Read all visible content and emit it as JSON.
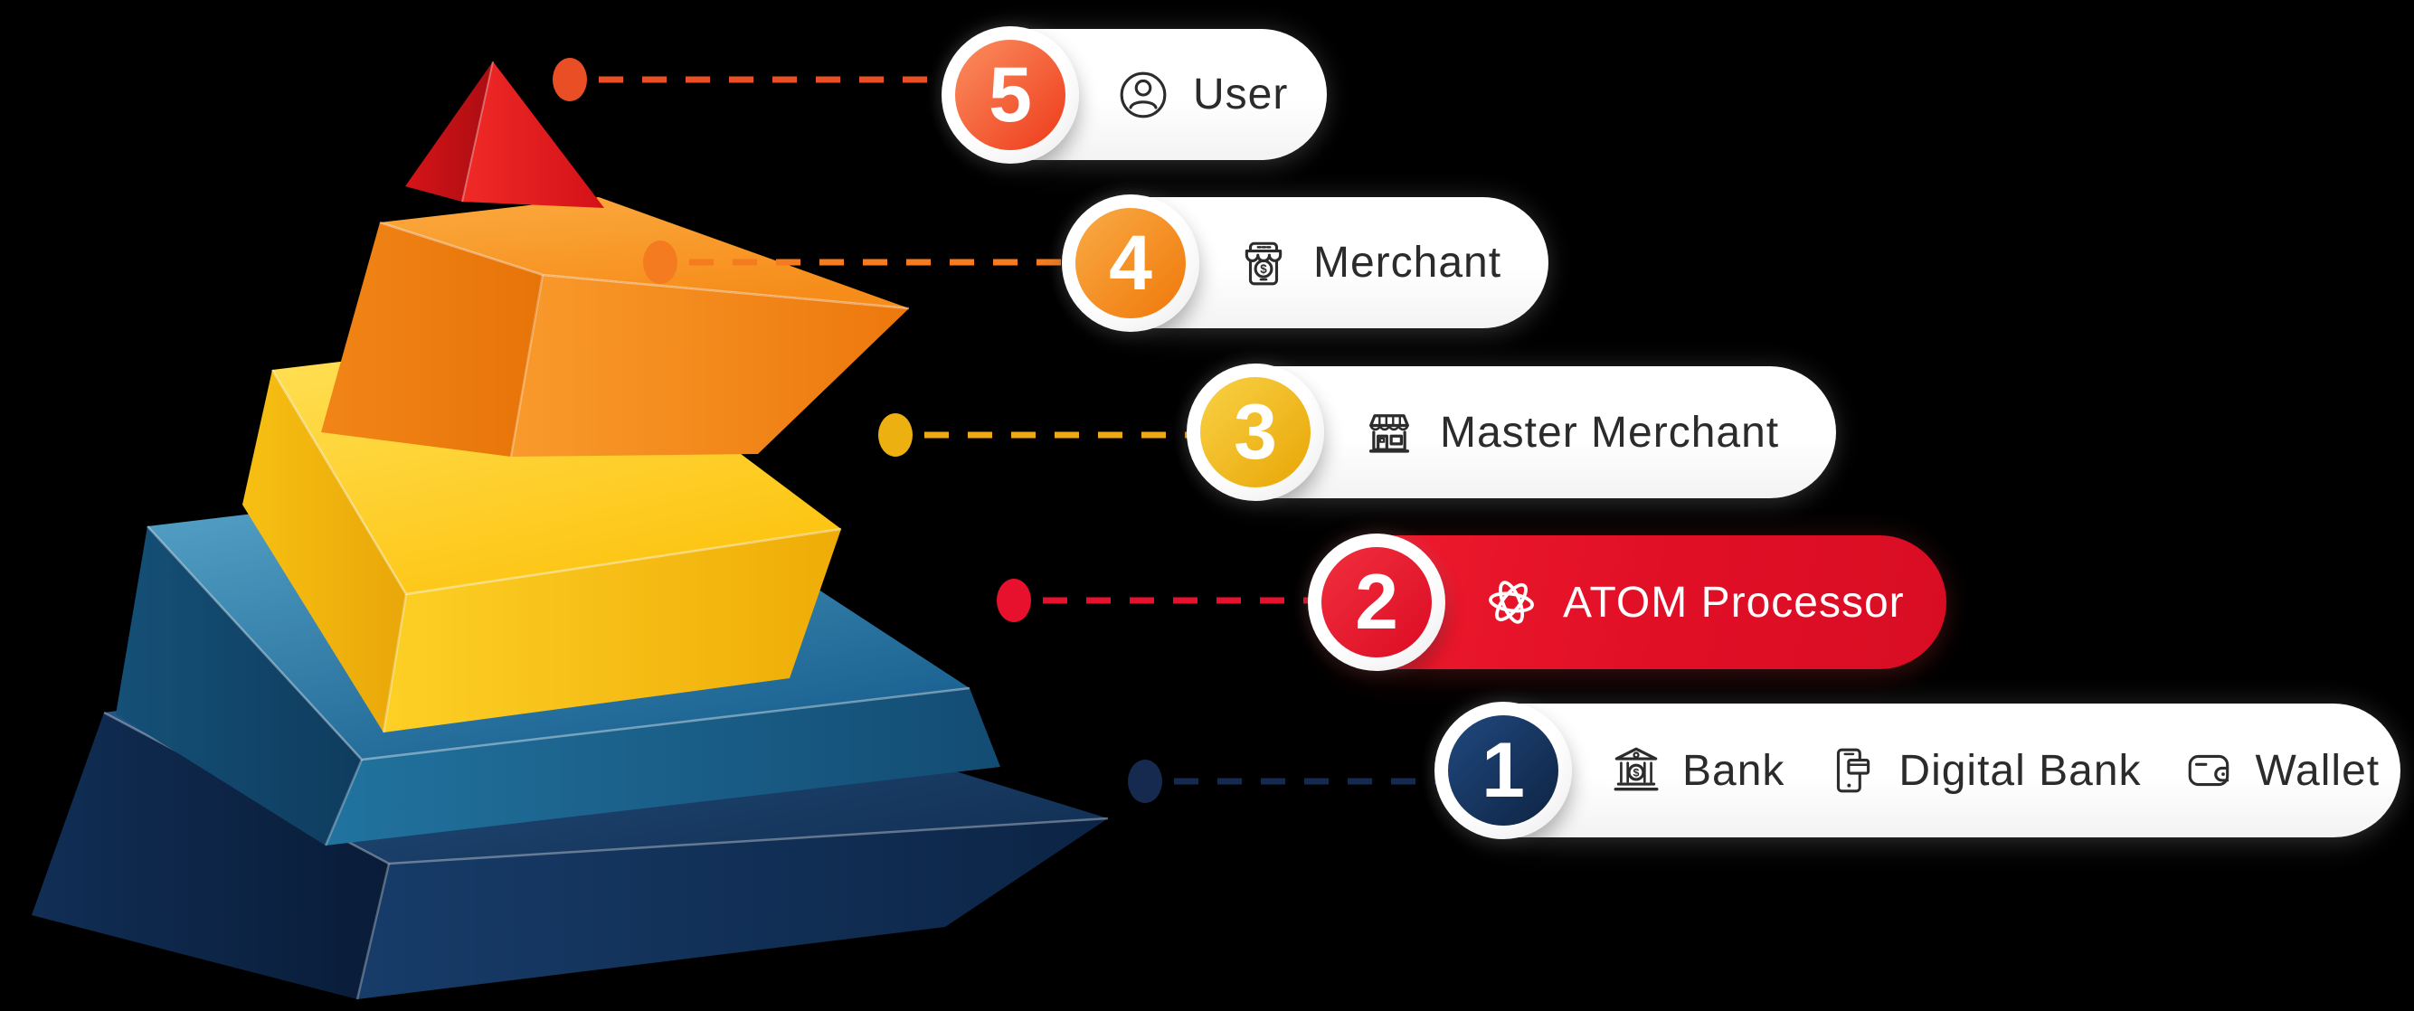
{
  "canvas": {
    "background": "#000000"
  },
  "legend": [
    {
      "number": "5",
      "label": "User",
      "icon": "user-icon",
      "pill_style": "light",
      "badge_colors": [
        "#fb8f60",
        "#ee3a1a"
      ],
      "line_color": "#e94e25",
      "dot_color": "#e94e25",
      "text_color": "#2b2b2b"
    },
    {
      "number": "4",
      "label": "Merchant",
      "icon": "merchant-icon",
      "pill_style": "light",
      "badge_colors": [
        "#f9ab45",
        "#f0780a"
      ],
      "line_color": "#f47b20",
      "dot_color": "#f47b20",
      "text_color": "#2b2b2b"
    },
    {
      "number": "3",
      "label": "Master Merchant",
      "icon": "master-merchant-icon",
      "pill_style": "light",
      "badge_colors": [
        "#f9d145",
        "#e8a606"
      ],
      "line_color": "#efa912",
      "dot_color": "#ecb110",
      "text_color": "#2b2b2b"
    },
    {
      "number": "2",
      "label": "ATOM Processor",
      "icon": "atom-icon",
      "pill_style": "red",
      "badge_colors": [
        "#f12f3e",
        "#dc0c24"
      ],
      "line_color": "#e8112d",
      "dot_color": "#e8112d",
      "text_color": "#ffffff"
    },
    {
      "number": "1",
      "pill_style": "light",
      "badge_colors": [
        "#20497f",
        "#0e2342"
      ],
      "line_color": "#16294f",
      "dot_color": "#16294f",
      "text_color": "#2b2b2b",
      "items": [
        {
          "label": "Bank",
          "icon": "bank-icon"
        },
        {
          "label": "Digital Bank",
          "icon": "digital-bank-icon"
        },
        {
          "label": "Wallet",
          "icon": "wallet-icon"
        }
      ]
    }
  ],
  "pyramid": {
    "layers": [
      {
        "name": "level-5-user",
        "color": "#ed1c22"
      },
      {
        "name": "level-4-merchant",
        "color": "#f68b1f"
      },
      {
        "name": "level-3-master-merchant",
        "color": "#fdc40f"
      },
      {
        "name": "level-2-atom-processor",
        "color": "#1c6796"
      },
      {
        "name": "level-1-bank",
        "color": "#122f56"
      }
    ]
  }
}
